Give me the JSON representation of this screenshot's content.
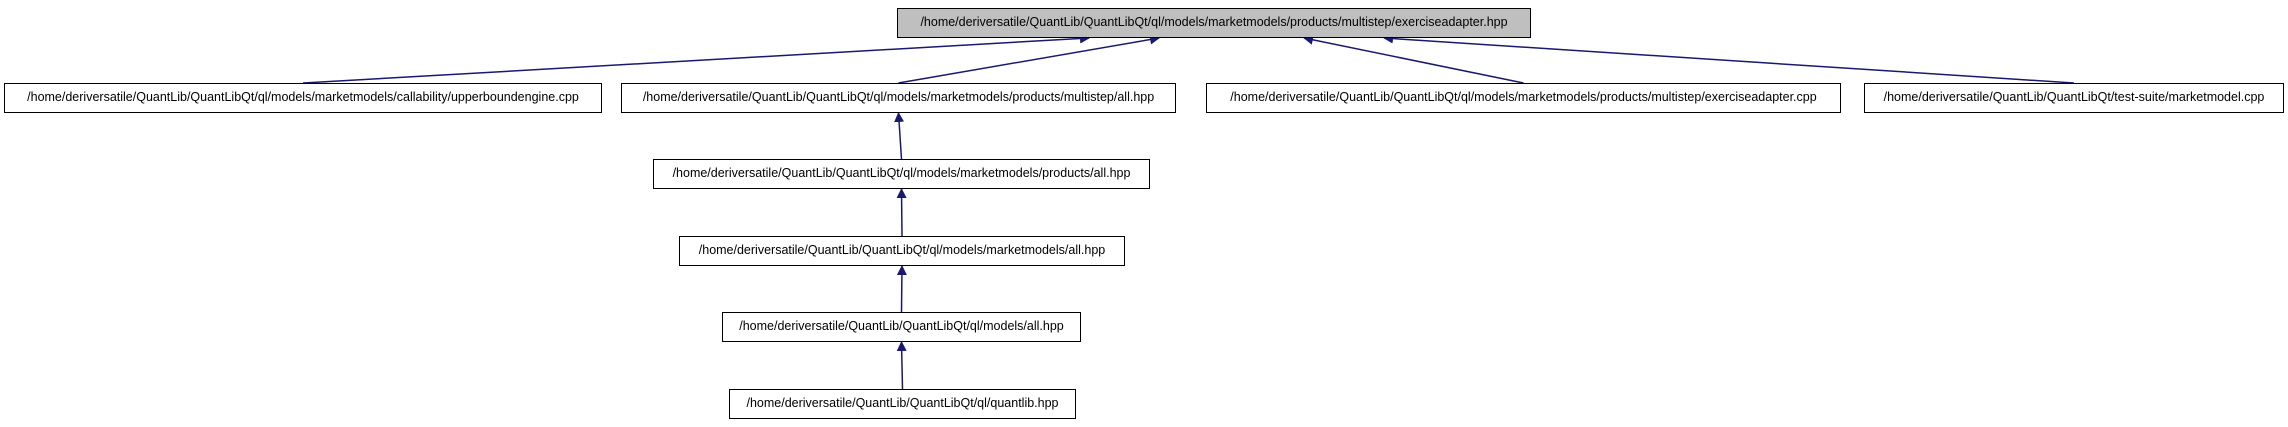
{
  "diagram": {
    "edge_color": "#191970",
    "root_fill": "#bfbfbf",
    "nodes": [
      {
        "id": "root",
        "label": "/home/deriversatile/QuantLib/QuantLibQt/ql/models/marketmodels/products/multistep/exerciseadapter.hpp"
      },
      {
        "id": "upperbound",
        "label": "/home/deriversatile/QuantLib/QuantLibQt/ql/models/marketmodels/callability/upperboundengine.cpp"
      },
      {
        "id": "multistep-all",
        "label": "/home/deriversatile/QuantLib/QuantLibQt/ql/models/marketmodels/products/multistep/all.hpp"
      },
      {
        "id": "exerciseadapter-cpp",
        "label": "/home/deriversatile/QuantLib/QuantLibQt/ql/models/marketmodels/products/multistep/exerciseadapter.cpp"
      },
      {
        "id": "marketmodel-cpp",
        "label": "/home/deriversatile/QuantLib/QuantLibQt/test-suite/marketmodel.cpp"
      },
      {
        "id": "products-all",
        "label": "/home/deriversatile/QuantLib/QuantLibQt/ql/models/marketmodels/products/all.hpp"
      },
      {
        "id": "marketmodels-all",
        "label": "/home/deriversatile/QuantLib/QuantLibQt/ql/models/marketmodels/all.hpp"
      },
      {
        "id": "models-all",
        "label": "/home/deriversatile/QuantLib/QuantLibQt/ql/models/all.hpp"
      },
      {
        "id": "quantlib",
        "label": "/home/deriversatile/QuantLib/QuantLibQt/ql/quantlib.hpp"
      }
    ],
    "edges": [
      {
        "from": "upperbound",
        "to": "root"
      },
      {
        "from": "multistep-all",
        "to": "root"
      },
      {
        "from": "exerciseadapter-cpp",
        "to": "root"
      },
      {
        "from": "marketmodel-cpp",
        "to": "root"
      },
      {
        "from": "products-all",
        "to": "multistep-all"
      },
      {
        "from": "marketmodels-all",
        "to": "products-all"
      },
      {
        "from": "models-all",
        "to": "marketmodels-all"
      },
      {
        "from": "quantlib",
        "to": "models-all"
      }
    ]
  }
}
